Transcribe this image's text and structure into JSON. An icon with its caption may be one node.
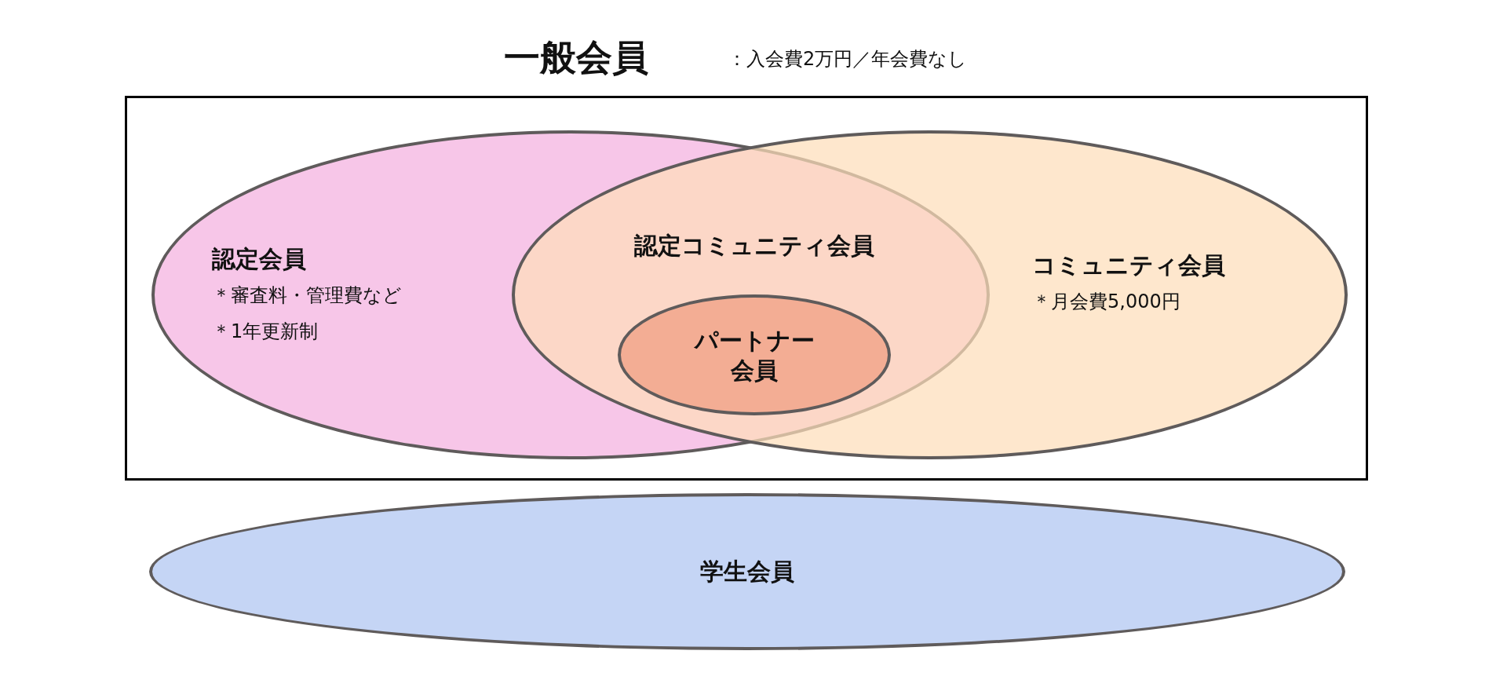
{
  "diagram": {
    "nodes": [
      {
        "text": [
          "一般会員"
        ],
        "beside": [
          "：入会費2万円／年会費なし"
        ]
      },
      {
        "text": [
          "認定会員",
          "＊審査料・管理費など",
          "＊1年更新制"
        ],
        "in": 0
      },
      {
        "text": [
          "コミュニティ会員",
          "＊月会費5,000円"
        ],
        "in": 0
      },
      {
        "text": [
          "パートナー会員"
        ]
      },
      {
        "text": [
          "学生会員"
        ]
      }
    ],
    "edges": [],
    "labels": [
      "認定コミュニティ会員"
    ]
  }
}
